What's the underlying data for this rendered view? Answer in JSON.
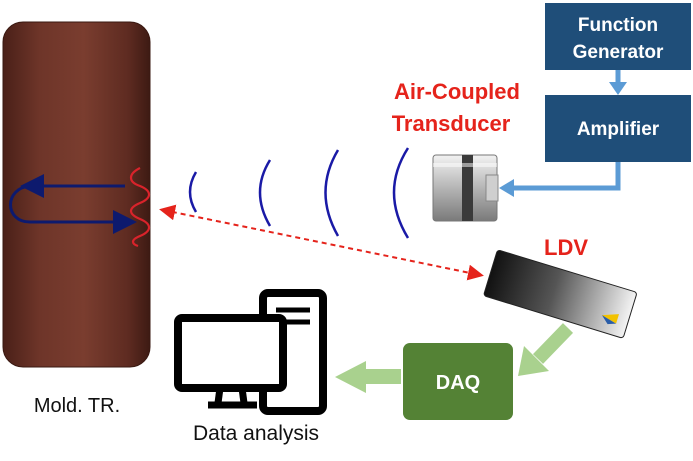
{
  "blocks": {
    "function_generator": {
      "line1": "Function",
      "line2": "Generator",
      "color": "#1f4e79"
    },
    "amplifier": {
      "label": "Amplifier",
      "color": "#1f4e79"
    },
    "daq": {
      "label": "DAQ",
      "color": "#548235"
    }
  },
  "labels": {
    "transducer_line1": "Air-Coupled",
    "transducer_line2": "Transducer",
    "ldv": "LDV",
    "specimen": "Mold. TR.",
    "data_analysis": "Data analysis"
  },
  "colors": {
    "signal_arrow": "#5b9bd5",
    "data_arrow": "#a9d18e",
    "wave_front": "#1a1aa6",
    "surface_wave": "#d9232b",
    "laser_beam": "#e5231b",
    "specimen": "#6b3328",
    "label_red": "#e5231b"
  },
  "icons": {
    "transducer": "air-coupled-transducer-icon",
    "ldv": "laser-doppler-vibrometer-icon",
    "computer": "desktop-computer-icon"
  }
}
